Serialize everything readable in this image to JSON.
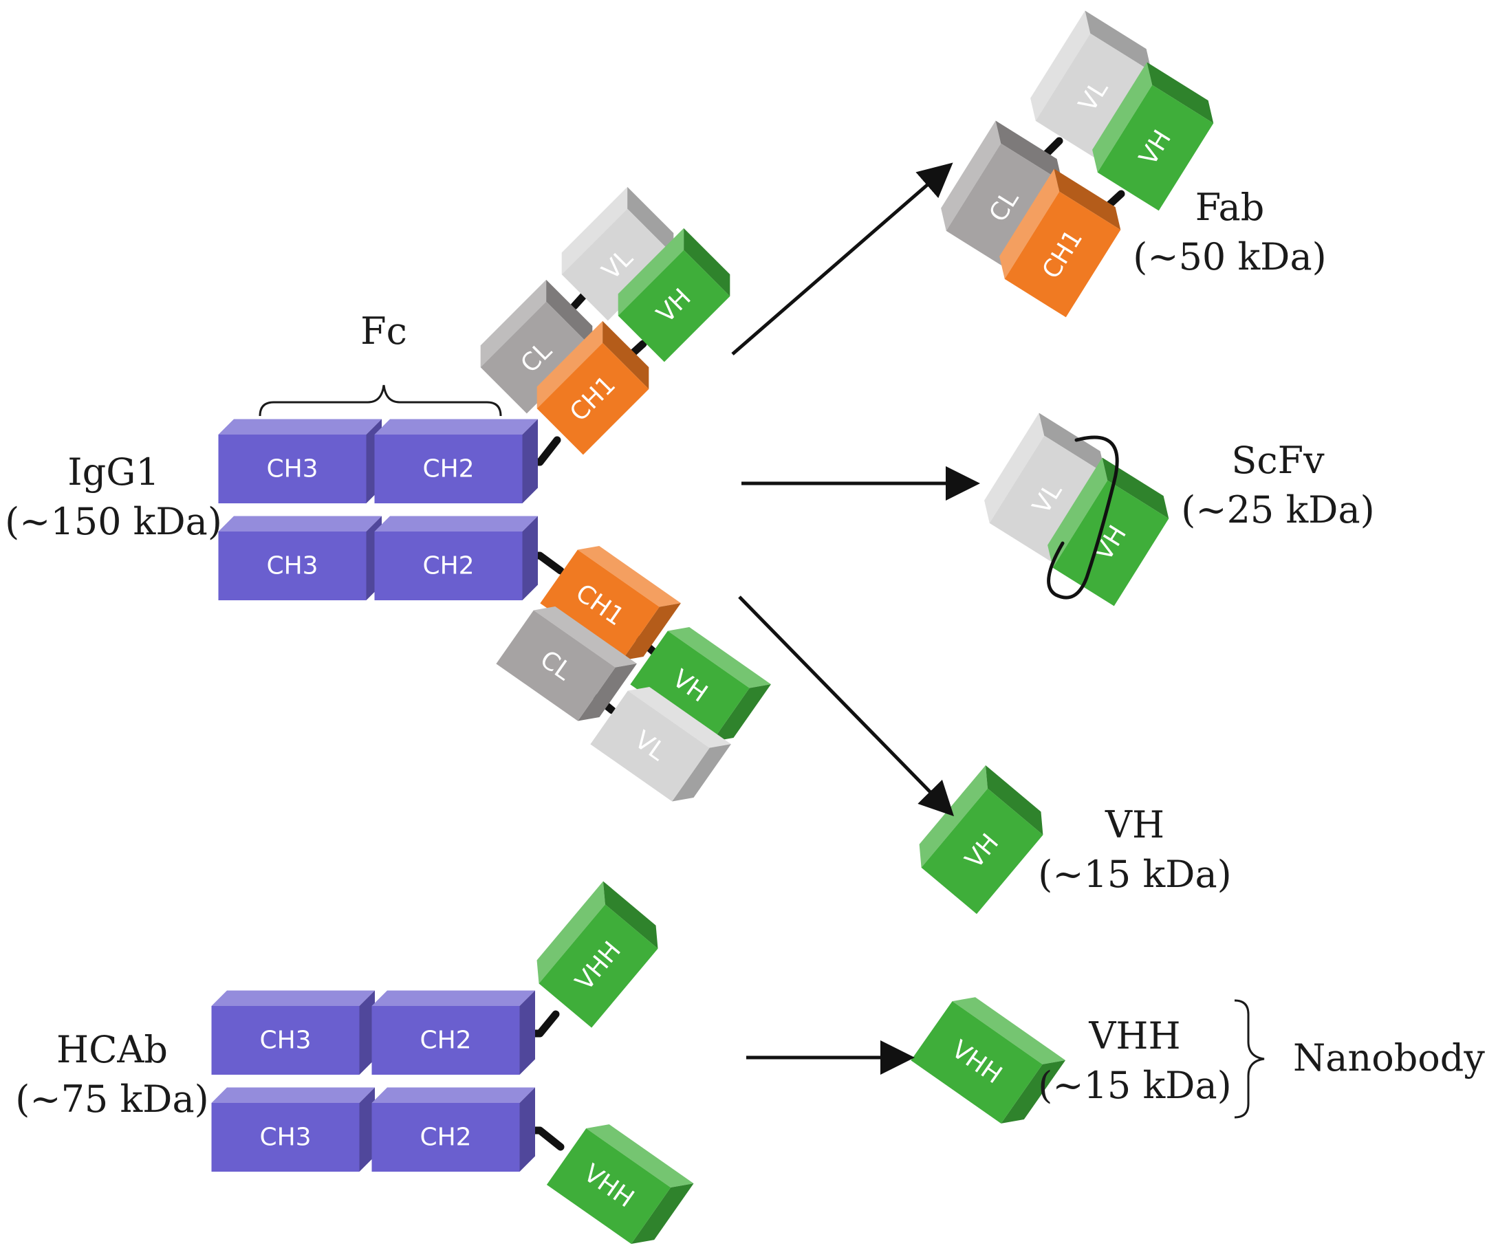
{
  "domains": {
    "CH3": "CH3",
    "CH2": "CH2",
    "CH1": "CH1",
    "CL": "CL",
    "VL": "VL",
    "VH": "VH",
    "VHH": "VHH"
  },
  "labels": {
    "fc": "Fc",
    "igg1_name": "IgG1",
    "igg1_mass": "(~150 kDa)",
    "hcab_name": "HCAb",
    "hcab_mass": "(~75 kDa)",
    "fab_name": "Fab",
    "fab_mass": "(~50 kDa)",
    "scfv_name": "ScFv",
    "scfv_mass": "(~25 kDa)",
    "vh_name": "VH",
    "vh_mass": "(~15 kDa)",
    "vhh_name": "VHH",
    "vhh_mass": "(~15 kDa)",
    "nanobody": "Nanobody"
  },
  "colors": {
    "constant_heavy_fc": "#6a5fcf",
    "ch1": "#f07a22",
    "cl": "#a6a3a3",
    "vl": "#d6d6d6",
    "vh": "#3fae3a",
    "vhh": "#3fae3a",
    "linker": "#111111"
  }
}
